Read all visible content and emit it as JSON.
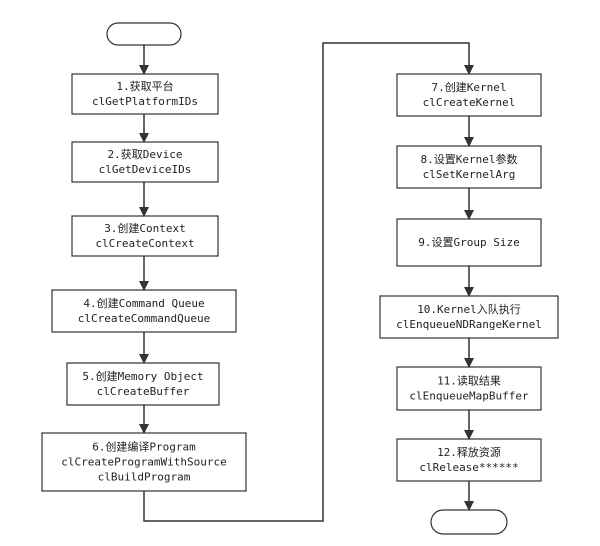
{
  "flowchart": {
    "left_column": [
      {
        "lines": [
          "1.获取平台",
          "clGetPlatformIDs"
        ]
      },
      {
        "lines": [
          "2.获取Device",
          "clGetDeviceIDs"
        ]
      },
      {
        "lines": [
          "3.创建Context",
          "clCreateContext"
        ]
      },
      {
        "lines": [
          "4.创建Command Queue",
          "clCreateCommandQueue"
        ]
      },
      {
        "lines": [
          "5.创建Memory Object",
          "clCreateBuffer"
        ]
      },
      {
        "lines": [
          "6.创建编译Program",
          "clCreateProgramWithSource",
          "clBuildProgram"
        ]
      }
    ],
    "right_column": [
      {
        "lines": [
          "7.创建Kernel",
          "clCreateKernel"
        ]
      },
      {
        "lines": [
          "8.设置Kernel参数",
          "clSetKernelArg"
        ]
      },
      {
        "lines": [
          "9.设置Group Size"
        ]
      },
      {
        "lines": [
          "10.Kernel入队执行",
          "clEnqueueNDRangeKernel"
        ]
      },
      {
        "lines": [
          "11.读取结果",
          "clEnqueueMapBuffer"
        ]
      },
      {
        "lines": [
          "12.释放资源",
          "clRelease******"
        ]
      }
    ]
  }
}
